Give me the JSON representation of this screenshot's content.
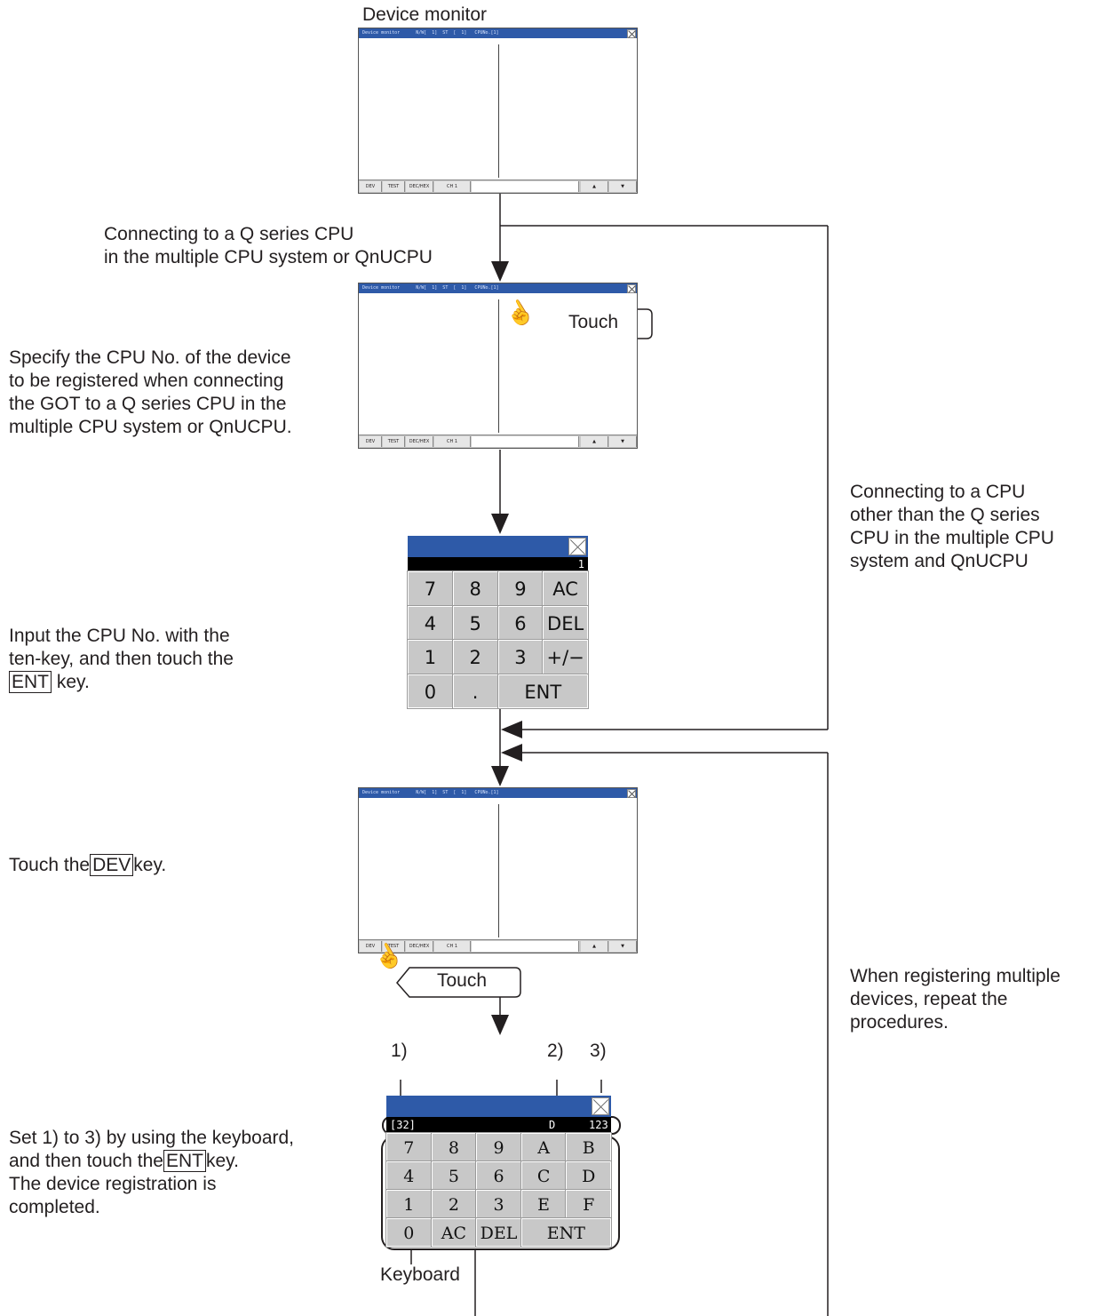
{
  "title": "Device monitor",
  "window": {
    "title_text": "Device monitor      N/W[  1]  ST  [  1]   CPUNo.[1]",
    "buttons": [
      "DEV",
      "TEST",
      "DEC/HEX",
      "CH 1"
    ],
    "up": "▲",
    "down": "▼"
  },
  "branch_q": [
    "Connecting to a Q series CPU",
    "in the multiple CPU system or QnUCPU"
  ],
  "branch_other": [
    "Connecting to a CPU",
    "other than the Q series",
    "CPU in the multiple CPU",
    "system and QnUCPU"
  ],
  "touch_label": "Touch",
  "step_specify": [
    "Specify the CPU No. of the device",
    "to be registered when connecting",
    "the GOT to a Q series CPU in the",
    "multiple CPU system or QnUCPU."
  ],
  "step_input": {
    "line1": "Input the CPU No. with the",
    "line2": "ten-key, and then touch the",
    "key": "ENT",
    "after": "key."
  },
  "ten_key": {
    "display": "1",
    "keys": [
      "7",
      "8",
      "9",
      "AC",
      "4",
      "5",
      "6",
      "DEL",
      "1",
      "2",
      "3",
      "+/−",
      "0",
      ".",
      "ENT"
    ]
  },
  "step_dev": {
    "before": "Touch the",
    "key": "DEV",
    "after": "key."
  },
  "repeat_note": [
    "When registering multiple",
    "devices, repeat the",
    "procedures."
  ],
  "device_keypad": {
    "callouts": [
      "1)",
      "2)",
      "3)"
    ],
    "display_left": "[32]",
    "display_mid": "D",
    "display_right": "123",
    "keys": [
      "7",
      "8",
      "9",
      "A",
      "B",
      "4",
      "5",
      "6",
      "C",
      "D",
      "1",
      "2",
      "3",
      "E",
      "F",
      "0",
      "AC",
      "DEL",
      "ENT"
    ],
    "label": "Keyboard"
  },
  "step_set": {
    "line1": "Set 1) to 3) by using the keyboard,",
    "line2_before": "and then touch the",
    "key": "ENT",
    "line2_after": "key.",
    "line3": "The device registration is",
    "line4": "completed."
  }
}
